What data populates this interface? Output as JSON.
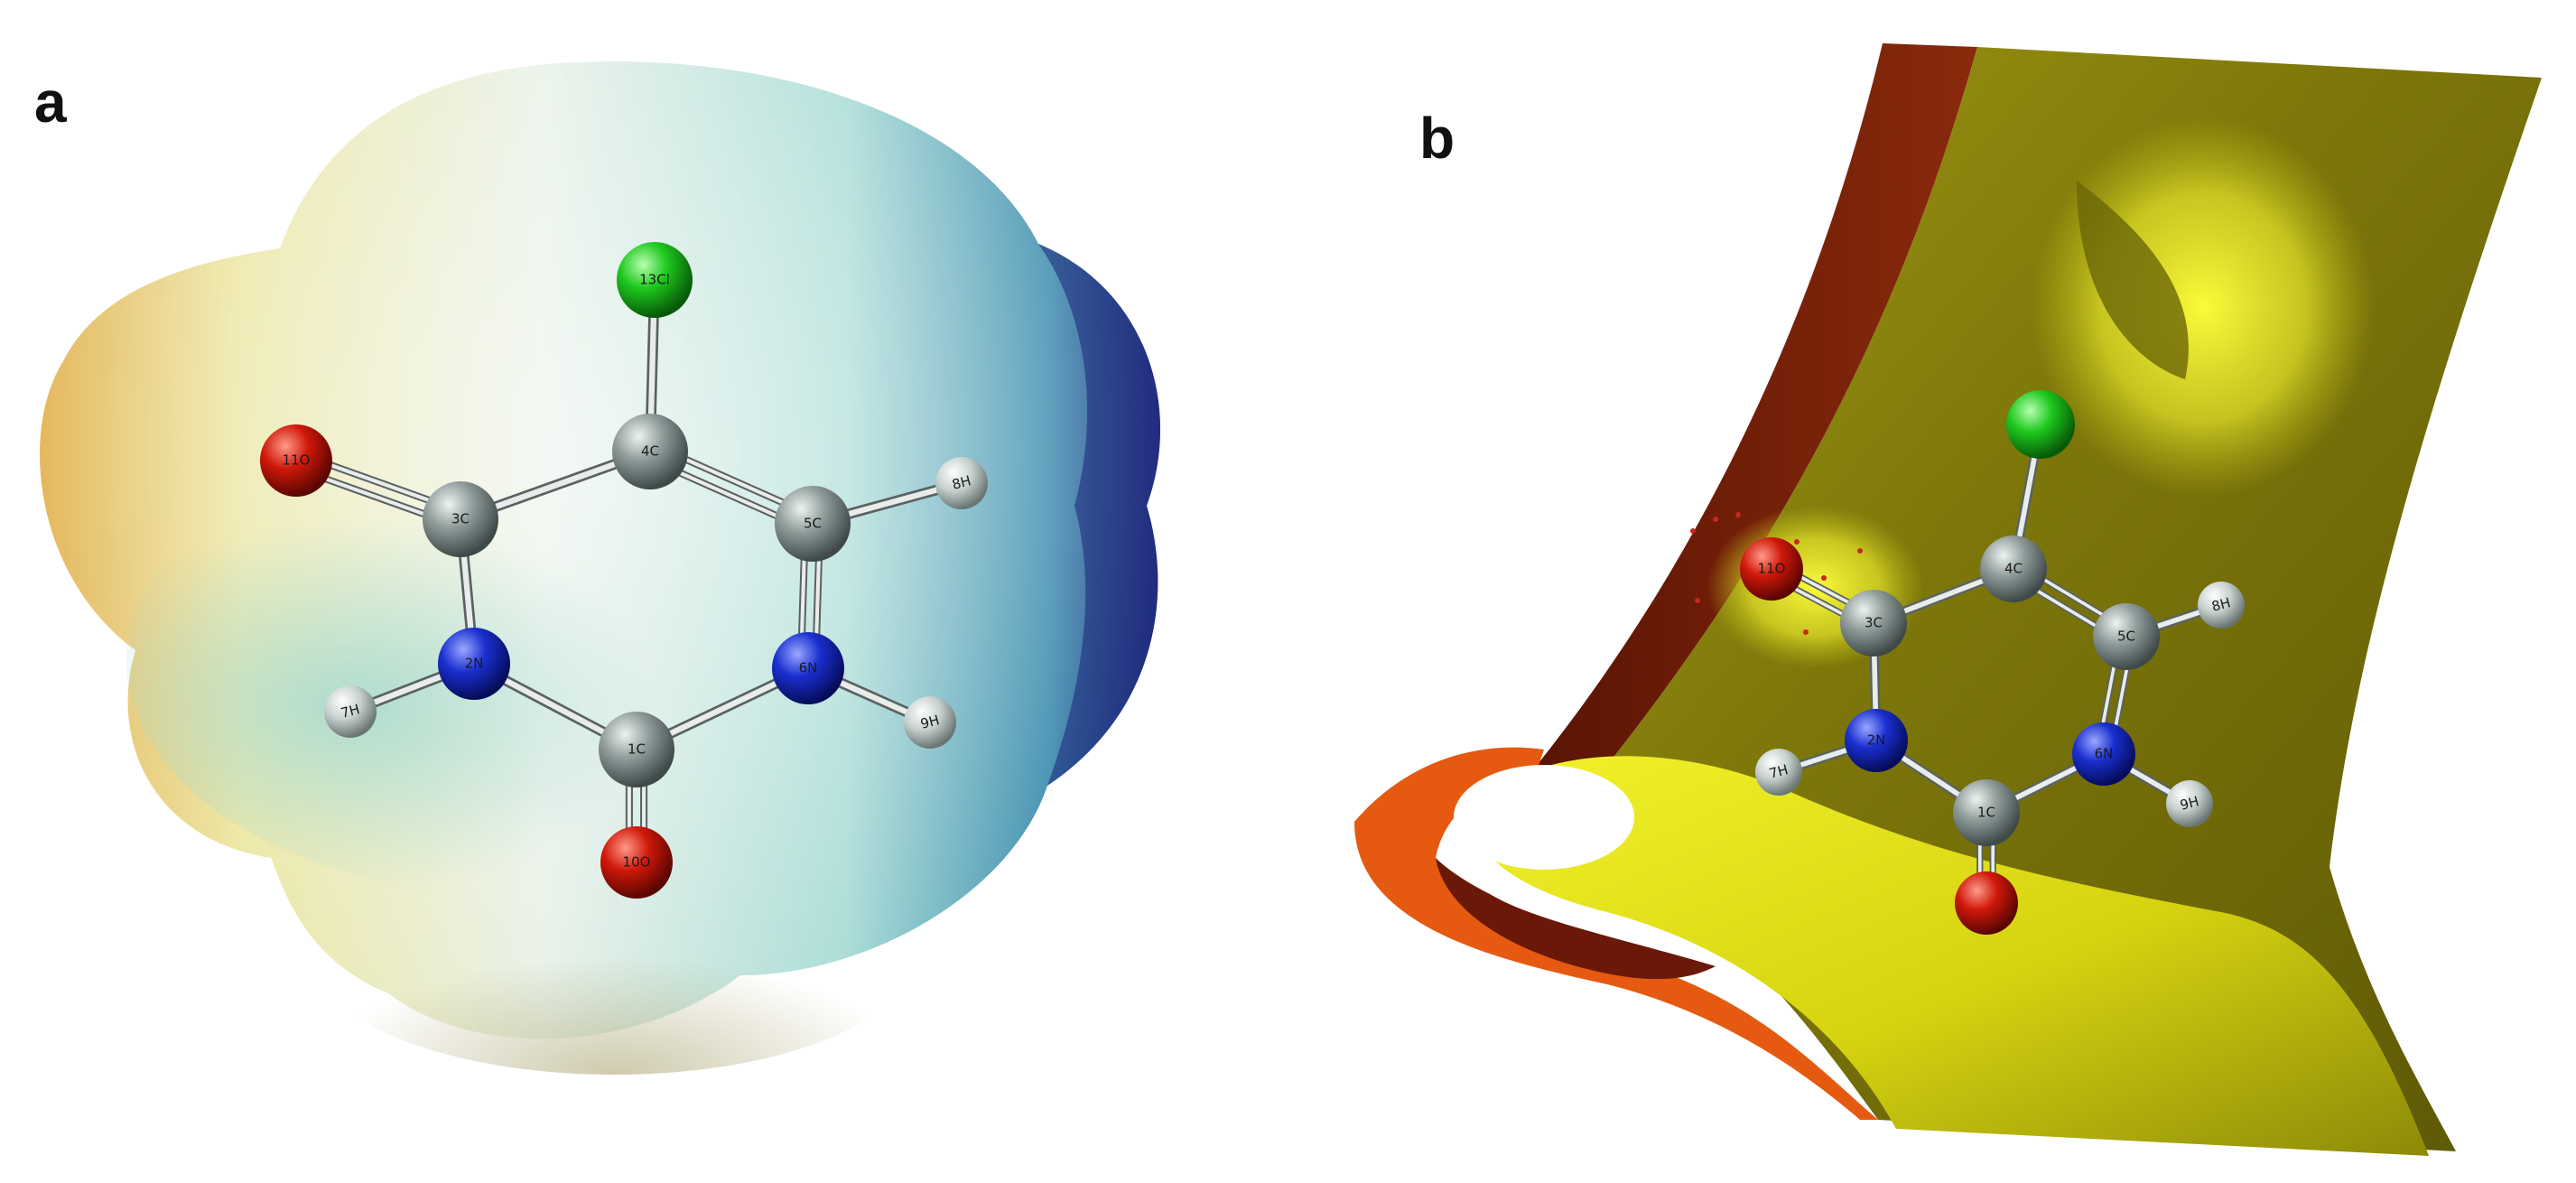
{
  "panels": [
    {
      "id": "a",
      "label": "a",
      "atoms": [
        {
          "key": "Cl13",
          "label": "13Cl",
          "element": "Cl"
        },
        {
          "key": "C4",
          "label": "4C",
          "element": "C"
        },
        {
          "key": "C3",
          "label": "3C",
          "element": "C"
        },
        {
          "key": "C5",
          "label": "5C",
          "element": "C"
        },
        {
          "key": "C1",
          "label": "1C",
          "element": "C"
        },
        {
          "key": "N2",
          "label": "2N",
          "element": "N"
        },
        {
          "key": "N6",
          "label": "6N",
          "element": "N"
        },
        {
          "key": "O11",
          "label": "11O",
          "element": "O"
        },
        {
          "key": "O10",
          "label": "10O",
          "element": "O"
        },
        {
          "key": "H8",
          "label": "8H",
          "element": "H"
        },
        {
          "key": "H7",
          "label": "7H",
          "element": "H"
        },
        {
          "key": "H9",
          "label": "9H",
          "element": "H"
        }
      ]
    },
    {
      "id": "b",
      "label": "b",
      "atoms": [
        {
          "key": "Cl13",
          "label": "",
          "element": "Cl"
        },
        {
          "key": "C4",
          "label": "4C",
          "element": "C"
        },
        {
          "key": "C3",
          "label": "3C",
          "element": "C"
        },
        {
          "key": "C5",
          "label": "5C",
          "element": "C"
        },
        {
          "key": "C1",
          "label": "1C",
          "element": "C"
        },
        {
          "key": "N2",
          "label": "2N",
          "element": "N"
        },
        {
          "key": "N6",
          "label": "6N",
          "element": "N"
        },
        {
          "key": "O11",
          "label": "11O",
          "element": "O"
        },
        {
          "key": "O10",
          "label": "",
          "element": "O"
        },
        {
          "key": "H8",
          "label": "8H",
          "element": "H"
        },
        {
          "key": "H7",
          "label": "7H",
          "element": "H"
        },
        {
          "key": "H9",
          "label": "9H",
          "element": "H"
        }
      ]
    }
  ],
  "element_colors": {
    "C": "#7c8a88",
    "N": "#1a2fd0",
    "O": "#cf1a0c",
    "H": "#c8d2d0",
    "Cl": "#1ec81e"
  },
  "surface_colors": {
    "mep_negative": "#e0b24a",
    "mep_neutral": "#e8f0e8",
    "mep_positive": "#1a2a8a",
    "nci_sheet": "#8a8a10",
    "nci_highlight": "#f7f72a",
    "nci_edge": "#e45a10",
    "nci_back": "#6e1f08"
  }
}
